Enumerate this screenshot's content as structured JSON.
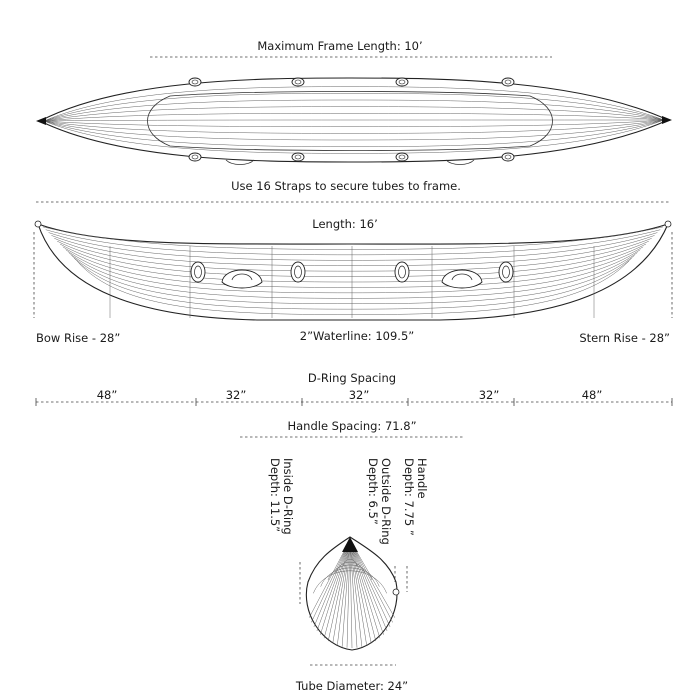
{
  "labels": {
    "frame_length": "Maximum Frame Length: 10’",
    "straps_note": "Use 16 Straps to secure tubes to frame.",
    "length": "Length: 16’",
    "bow_rise": "Bow Rise - 28”",
    "waterline": "2”Waterline: 109.5”",
    "stern_rise": "Stern Rise - 28”",
    "dring_spacing": "D-Ring Spacing",
    "handle_spacing": "Handle Spacing: 71.8”",
    "tube_diameter": "Tube Diameter: 24”"
  },
  "dring_segments": [
    "48”",
    "32”",
    "32”",
    "32”",
    "48”"
  ],
  "cross_section_labels": {
    "inside_dring": [
      "Inside D-Ring",
      "Depth: 11.5”"
    ],
    "outside_dring": [
      "Outside D-Ring",
      "Depth: 6.5”"
    ],
    "handle": [
      "Handle",
      "Depth: 7.75 ”"
    ]
  },
  "colors": {
    "line": "#222222",
    "dim": "#444444",
    "text": "#1a1a1a"
  }
}
